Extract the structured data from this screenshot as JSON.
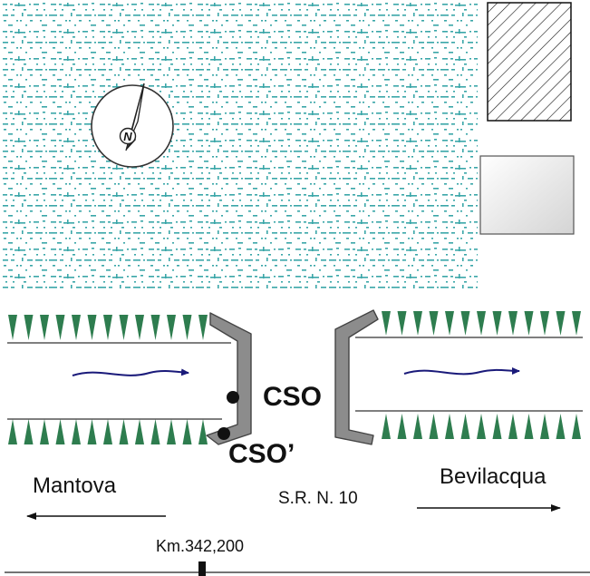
{
  "labels": {
    "cso": "CSO",
    "cso_prime": "CSO’",
    "mantova": "Mantova",
    "bevilacqua": "Bevilacqua",
    "road": "S.R. N. 10",
    "km": "Km.342,200"
  },
  "compass": {
    "letter": "N"
  },
  "colors": {
    "field_pattern": "#3aa6a8",
    "hedge": "#2e7d4f",
    "culvert_wall": "#8c8c8c",
    "flow_arrow": "#1a1a7a"
  }
}
